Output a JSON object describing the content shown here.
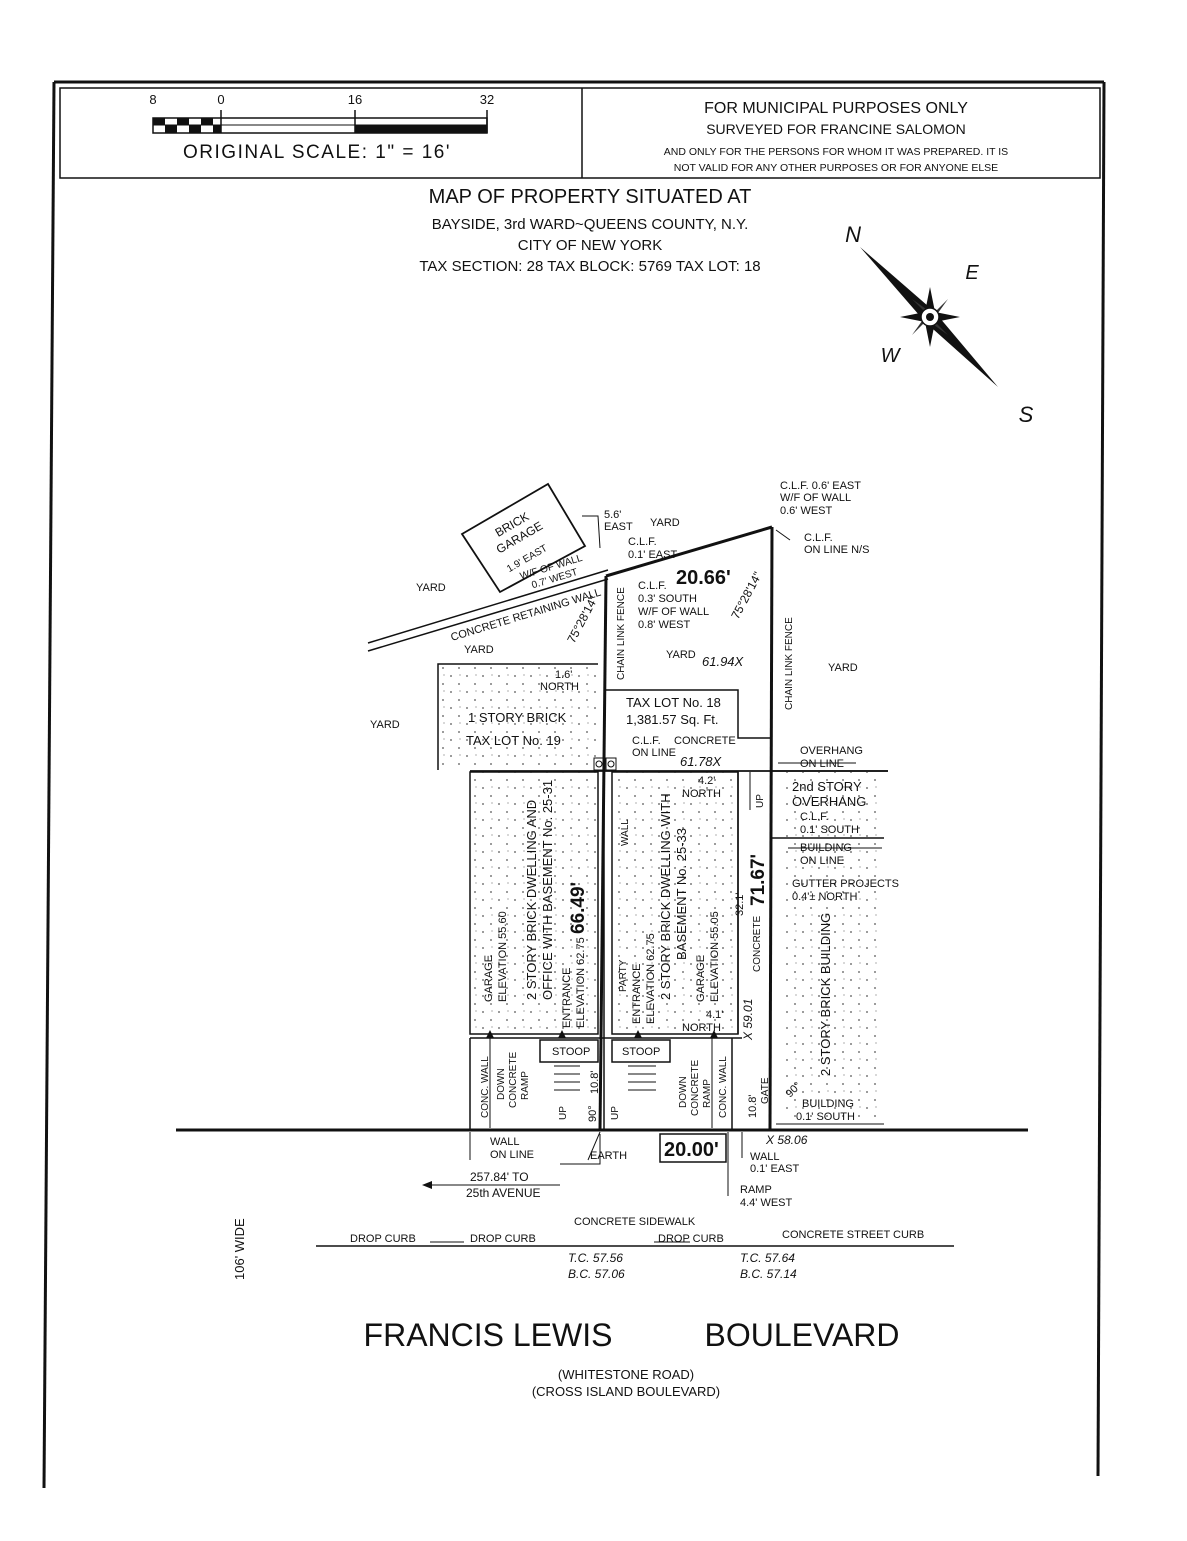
{
  "scale_bar": {
    "ticks": [
      "8",
      "0",
      "16",
      "32"
    ],
    "caption": "ORIGINAL SCALE: 1\" = 16'"
  },
  "notice": {
    "line1": "FOR MUNICIPAL PURPOSES ONLY",
    "line2": "SURVEYED FOR FRANCINE SALOMON",
    "line3": "AND ONLY FOR THE PERSONS FOR WHOM IT WAS PREPARED. IT IS",
    "line4": "NOT VALID FOR ANY OTHER PURPOSES OR FOR ANYONE ELSE"
  },
  "title": {
    "line1": "MAP OF PROPERTY SITUATED AT",
    "line2": "BAYSIDE, 3rd WARD~QUEENS COUNTY, N.Y.",
    "line3": "CITY OF NEW YORK",
    "line4": "TAX SECTION: 28 TAX BLOCK: 5769 TAX LOT: 18"
  },
  "compass": {
    "n": "N",
    "e": "E",
    "w": "W",
    "s": "S"
  },
  "labels": {
    "brick_garage_1": "BRICK",
    "brick_garage_2": "GARAGE",
    "garage_east": "1.9' EAST",
    "wof_wall_1": "W/F OF WALL",
    "wof_wall_2": "0.7' WEST",
    "east_56_a": "5.6'",
    "east_56_b": "EAST",
    "yard_top": "YARD",
    "clf_east_a": "C.L.F.",
    "clf_east_b": "0.1' EAST",
    "dim_top": "20.66'",
    "clf_south_a": "C.L.F.",
    "clf_south_b": "0.3' SOUTH",
    "clf_south_c": "W/F OF WALL",
    "clf_south_d": "0.8' WEST",
    "angle_right": "75°28'14\"",
    "angle_left": "75°28'14\"",
    "tr_clf_a": "C.L.F. 0.6' EAST",
    "tr_clf_b": "W/F OF WALL",
    "tr_clf_c": "0.6' WEST",
    "clf_online_a": "C.L.F.",
    "clf_online_b": "ON LINE N/S",
    "yard_left": "YARD",
    "retaining_wall": "CONCRETE RETAINING WALL",
    "yard_mid_left": "YARD",
    "chain_fence_left": "CHAIN LINK FENCE",
    "yard_center": "YARD",
    "spot_6194": "61.94X",
    "chain_fence_right": "CHAIN LINK FENCE",
    "yard_right": "YARD",
    "north_16_a": "1.6'",
    "north_16_b": "NORTH",
    "yard_far_left": "YARD",
    "one_story_brick": "1 STORY BRICK",
    "tax_lot_19": "TAX LOT No. 19",
    "tax_lot_18": "TAX LOT No. 18",
    "area": "1,381.57 Sq. Ft.",
    "clf_online2_a": "C.L.F.",
    "clf_online2_b": "ON LINE",
    "concrete_a": "CONCRETE",
    "spot_6178": "61.78X",
    "overhang_a": "OVERHANG",
    "overhang_b": "ON LINE",
    "north_42_a": "4.2'",
    "north_42_b": "NORTH",
    "up_a": "UP",
    "second_story_a": "2nd STORY",
    "second_story_b": "OVERHANG",
    "clf_south2_a": "C.L.F.",
    "clf_south2_b": "0.1' SOUTH",
    "building_online_a": "BUILDING",
    "building_online_b": "ON LINE",
    "gutter_a": "GUTTER PROJECTS",
    "gutter_b": "0.4'± NORTH",
    "left_bldg_1": "2 STORY BRICK DWELLING AND",
    "left_bldg_2": "OFFICE WITH BASEMENT No. 25-31",
    "left_dim": "66.49'",
    "garage_elev_left_1": "GARAGE",
    "garage_elev_left_2": "ELEVATION 55.60",
    "entrance_left_1": "ENTRANCE",
    "entrance_left_2": "ELEVATION 62.75",
    "wall_v": "WALL",
    "party_1": "PARTY",
    "party_2": "ENTRANCE",
    "party_3": "ELEVATION 62.75",
    "mid_bldg_1": "2 STORY BRICK DWELLING WITH",
    "mid_bldg_2": "BASEMENT No. 25-33",
    "garage_elev_mid_1": "GARAGE",
    "garage_elev_mid_2": "ELEVATION 55.05",
    "dim_321": "32.1'",
    "concrete_v": "CONCRETE",
    "right_dim": "71.67'",
    "right_bldg": "2 STORY BRICK BUILDING",
    "north_41_a": "4.1'",
    "north_41_b": "NORTH",
    "spot_5901": "X 59.01",
    "stoop_left": "STOOP",
    "stoop_right": "STOOP",
    "conc_wall_left": "CONC. WALL",
    "down_ramp_left_1": "DOWN",
    "down_ramp_left_2": "CONCRETE",
    "down_ramp_left_3": "RAMP",
    "up_left": "UP",
    "dim_108_left": "10.8'",
    "angle_90_left": "90°",
    "up_mid": "UP",
    "down_ramp_right_1": "DOWN",
    "down_ramp_right_2": "CONCRETE",
    "down_ramp_right_3": "RAMP",
    "conc_wall_right": "CONC. WALL",
    "dim_108_right": "10.8'",
    "gate": "GATE",
    "angle_90_right": "90°",
    "building_south_a": "BUILDING",
    "building_south_b": "0.1' SOUTH",
    "wall_online_a": "WALL",
    "wall_online_b": "ON LINE",
    "earth": "EARTH",
    "front_dim": "20.00'",
    "spot_5806": "X 58.06",
    "wall_east_a": "WALL",
    "wall_east_b": "0.1' EAST",
    "to_avenue_a": "257.84' TO",
    "to_avenue_b": "25th AVENUE",
    "ramp_west_a": "RAMP",
    "ramp_west_b": "4.4' WEST",
    "width_106": "106' WIDE",
    "sidewalk": "CONCRETE SIDEWALK",
    "drop_curb_1": "DROP CURB",
    "drop_curb_2": "DROP CURB",
    "drop_curb_3": "DROP CURB",
    "street_curb": "CONCRETE STREET CURB",
    "tc_1": "T.C. 57.56",
    "bc_1": "B.C. 57.06",
    "tc_2": "T.C. 57.64",
    "bc_2": "B.C. 57.14",
    "street_1": "FRANCIS LEWIS",
    "street_2": "BOULEVARD",
    "alt_name_1": "(WHITESTONE ROAD)",
    "alt_name_2": "(CROSS ISLAND BOULEVARD)"
  }
}
